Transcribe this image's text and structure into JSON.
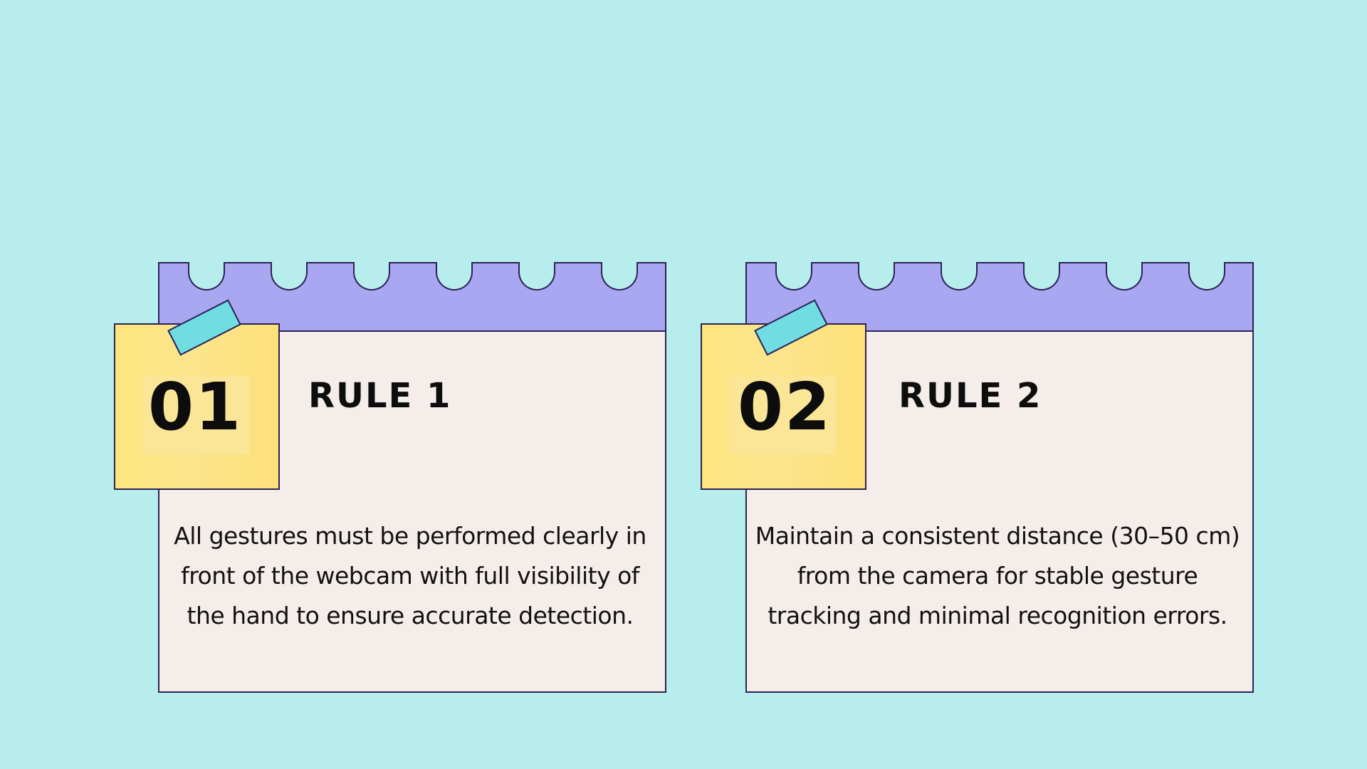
{
  "rules": [
    {
      "number": "01",
      "title": "RULE 1",
      "text": "All gestures must be performed clearly in front of the webcam with full visibility of the hand to ensure accurate detection."
    },
    {
      "number": "02",
      "title": "RULE 2",
      "text": "Maintain a consistent distance (30–50 cm) from the camera for stable gesture tracking and minimal recognition errors."
    }
  ],
  "colors": {
    "background": "#b7eeed",
    "card_body": "#f5edea",
    "card_header": "#a9a6f2",
    "sticky_note": "#fde67e",
    "tape": "#6fdde1",
    "outline": "#2c2255"
  }
}
